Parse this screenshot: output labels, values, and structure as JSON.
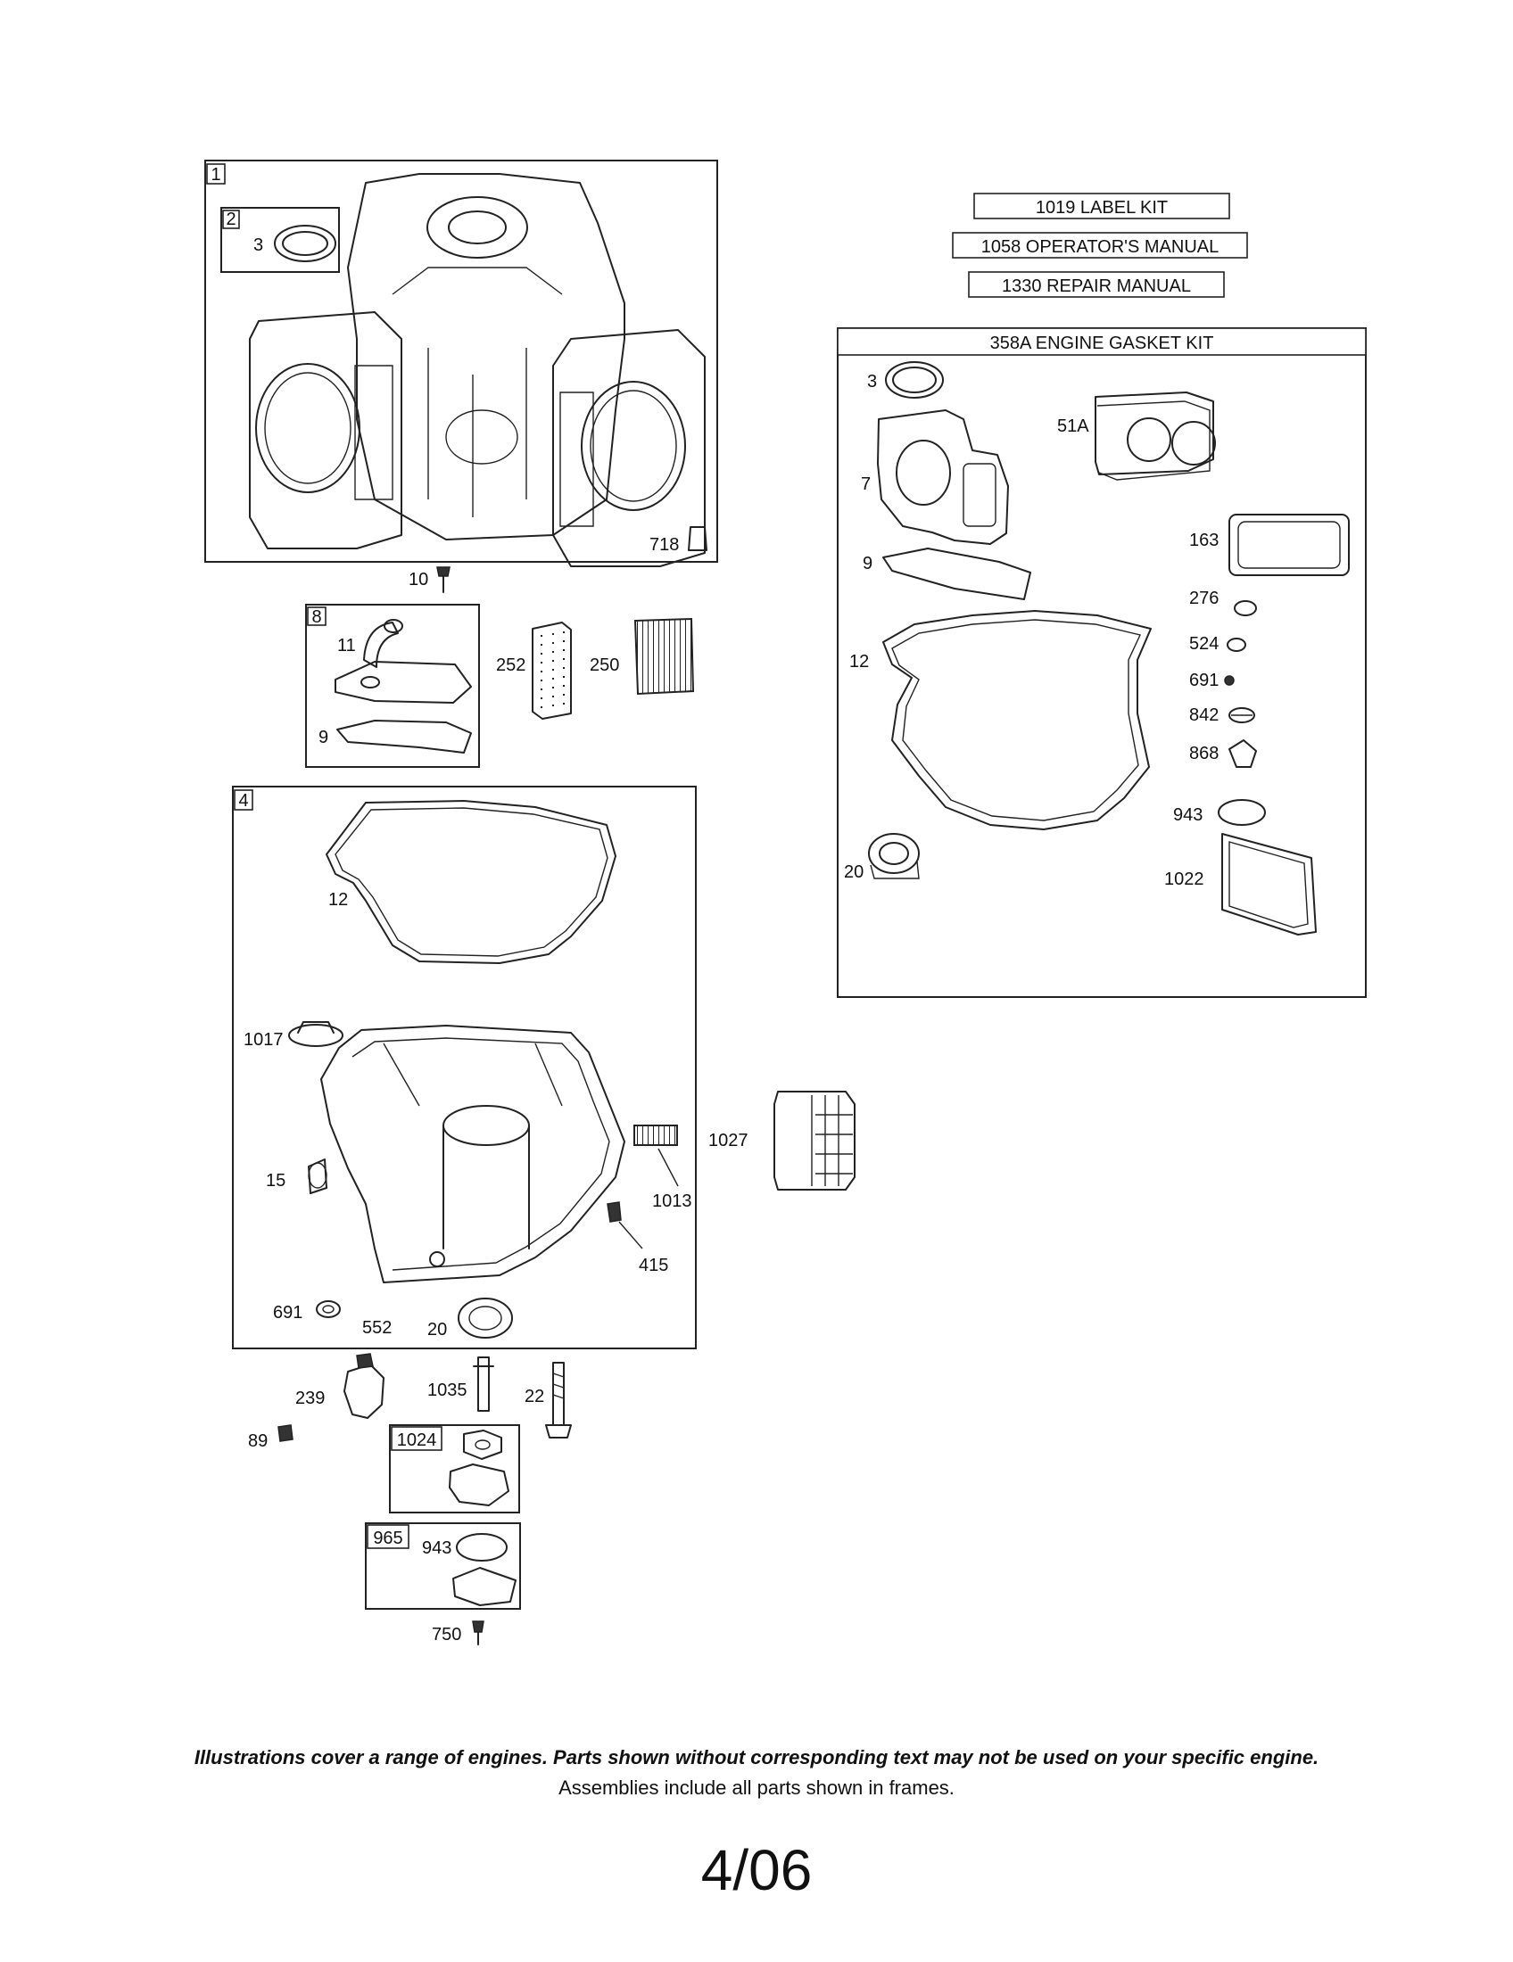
{
  "kits": {
    "label_kit": "1019 LABEL KIT",
    "operators_manual": "1058 OPERATOR'S MANUAL",
    "repair_manual": "1330 REPAIR MANUAL"
  },
  "gasket_kit": {
    "title": "358A ENGINE GASKET KIT",
    "parts": {
      "p3": "3",
      "p51a": "51A",
      "p7": "7",
      "p9": "9",
      "p163": "163",
      "p276": "276",
      "p524": "524",
      "p691": "691",
      "p842": "842",
      "p868": "868",
      "p12": "12",
      "p943": "943",
      "p20": "20",
      "p1022": "1022"
    }
  },
  "cylinder_assembly": {
    "frame_number": "1",
    "sub_frame_number": "2",
    "parts": {
      "p3": "3",
      "p718": "718",
      "p10": "10"
    }
  },
  "breather_assembly": {
    "frame_number": "8",
    "parts": {
      "p11": "11",
      "p9": "9",
      "p252": "252",
      "p250": "250"
    }
  },
  "sump_assembly": {
    "frame_number": "4",
    "parts": {
      "p12": "12",
      "p1017": "1017",
      "p15": "15",
      "p1013": "1013",
      "p1027": "1027",
      "p415": "415",
      "p691": "691",
      "p552": "552",
      "p20": "20"
    }
  },
  "lower_parts": {
    "p239": "239",
    "p89": "89",
    "p1035": "1035",
    "p22": "22",
    "p943": "943",
    "p750": "750"
  },
  "oil_fill_frame": {
    "frame_number": "1024"
  },
  "cover_frame": {
    "frame_number": "965"
  },
  "footer": {
    "note": "Illustrations cover a range of engines. Parts shown without corresponding text may not be used on your specific engine.",
    "assemblies": "Assemblies include all parts shown in frames.",
    "page_number": "4/06"
  }
}
